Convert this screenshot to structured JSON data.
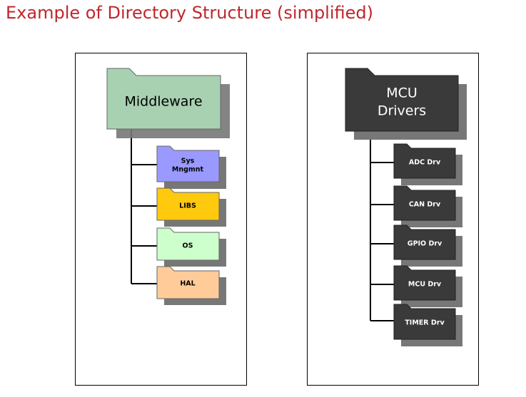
{
  "title": "Example of Directory Structure (simplified)",
  "colors": {
    "title": "#c0262c",
    "middleware": "#a8d1b1",
    "sys_mngmnt": "#9999ff",
    "libs": "#ffc90e",
    "os": "#ccffcc",
    "hal": "#ffcc99",
    "mcu": "#3a3a3a"
  },
  "left": {
    "root": {
      "label_line1": "Middleware",
      "label_line2": ""
    },
    "children": [
      {
        "label_line1": "Sys",
        "label_line2": "Mngmnt",
        "icon": "folder-icon"
      },
      {
        "label_line1": "LIBS",
        "label_line2": "",
        "icon": "folder-icon"
      },
      {
        "label_line1": "OS",
        "label_line2": "",
        "icon": "folder-icon"
      },
      {
        "label_line1": "HAL",
        "label_line2": "",
        "icon": "folder-icon"
      }
    ]
  },
  "right": {
    "root": {
      "label_line1": "MCU",
      "label_line2": "Drivers"
    },
    "children": [
      {
        "label_line1": "ADC Drv",
        "icon": "folder-icon"
      },
      {
        "label_line1": "CAN Drv",
        "icon": "folder-icon"
      },
      {
        "label_line1": "GPIO Drv",
        "icon": "folder-icon"
      },
      {
        "label_line1": "MCU Drv",
        "icon": "folder-icon"
      },
      {
        "label_line1": "TIMER Drv",
        "icon": "folder-icon"
      }
    ]
  }
}
